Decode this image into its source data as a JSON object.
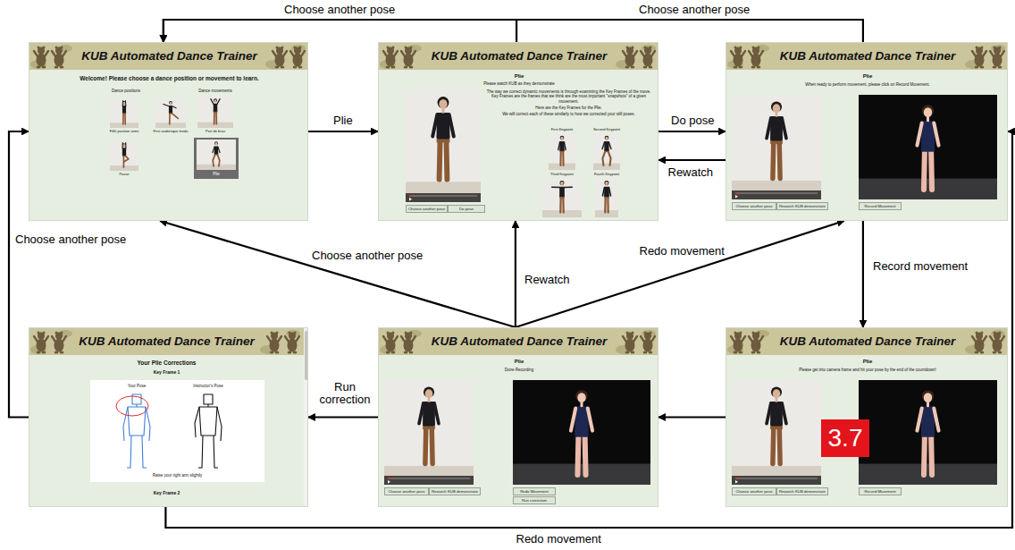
{
  "diagram": {
    "nodes": [
      {
        "text": [
          "KUB Automated Dance Trainer",
          "Welcome! Please choose a dance position or movement to learn.",
          "Dance positions",
          "Dance movements",
          "Fifth position arms",
          "First arabesque tendu",
          "Port de bras",
          "Passe",
          "Plie"
        ]
      },
      {
        "text": [
          "KUB Automated Dance Trainer",
          "Plie",
          "Please watch KUB as they demonstrate",
          "The way we correct dynamic movements is through examining the Key Frames of the move. Key Frames are the frames that we think are the most important \"snapshots\" of a given movement.",
          "Here are the Key Frames for the Plie.",
          "We will correct each of these similarly to how we corrected your still poses.",
          "First Keypoint",
          "Second Keypoint",
          "Third Keypoint",
          "Fourth Keypoint"
        ]
      },
      {
        "text": [
          "Choose another pose"
        ],
        "in": 1
      },
      {
        "text": [
          "Do pose"
        ],
        "in": 1
      },
      {
        "text": [
          "KUB Automated Dance Trainer",
          "Plie",
          "When ready to perform movement, please click on Record Movement."
        ]
      },
      {
        "text": [
          "Choose another pose"
        ],
        "in": 4
      },
      {
        "text": [
          "Rewatch KUB demonstrate"
        ],
        "in": 4
      },
      {
        "text": [
          "Record Movement"
        ],
        "in": 4
      },
      {
        "text": [
          "KUB Automated Dance Trainer",
          "Your Plie Corrections",
          "Key Frame 1",
          "Your Pose",
          "Instructor's Pose",
          "Raise your right arm slightly",
          "Key Frame 2"
        ]
      },
      {
        "text": [
          "KUB Automated Dance Trainer",
          "Plie",
          "Done Recording"
        ]
      },
      {
        "text": [
          "Choose another pose"
        ],
        "in": 9
      },
      {
        "text": [
          "Rewatch KUB demonstrate"
        ],
        "in": 9
      },
      {
        "text": [
          "Redo Movement"
        ],
        "in": 9
      },
      {
        "text": [
          "Run correction"
        ],
        "in": 9
      },
      {
        "text": [
          "KUB Automated Dance Trainer",
          "Plie",
          "Please get into camera frame and hit your pose by the end of the countdown!"
        ]
      },
      {
        "text": [
          "Choose another pose"
        ],
        "in": 14
      },
      {
        "text": [
          "Rewatch KUB demonstrate"
        ],
        "in": 14
      },
      {
        "text": [
          "Record Movement"
        ],
        "in": 14
      },
      {
        "text": [
          "3.7"
        ],
        "in": 14
      }
    ],
    "edges": [
      {
        "from": 0,
        "to": 1,
        "label": "Plie",
        "arrow": "to"
      },
      {
        "from": 1,
        "to": 4,
        "label": "Do pose",
        "arrow": "to"
      },
      {
        "from": 4,
        "to": 1,
        "label": "Rewatch",
        "arrow": "to"
      },
      {
        "from": 1,
        "to": 0,
        "label": "Choose another pose",
        "arrow": "to"
      },
      {
        "from": 4,
        "to": 0,
        "label": "Choose another pose",
        "arrow": "to"
      },
      {
        "from": 4,
        "to": 14,
        "label": "Record movement",
        "arrow": "to"
      },
      {
        "from": 14,
        "to": 9,
        "arrow": "to"
      },
      {
        "from": 9,
        "to": 8,
        "label": "Run correction",
        "arrow": "to"
      },
      {
        "from": 9,
        "to": 0,
        "label": "Choose another pose",
        "arrow": "to"
      },
      {
        "from": 9,
        "to": 1,
        "label": "Rewatch",
        "arrow": "to"
      },
      {
        "from": 9,
        "to": 4,
        "label": "Redo movement",
        "arrow": "to"
      },
      {
        "from": 8,
        "to": 0,
        "label": "Choose another pose",
        "arrow": "to"
      },
      {
        "from": 8,
        "to": 4,
        "label": "Redo movement",
        "arrow": "to"
      }
    ]
  }
}
